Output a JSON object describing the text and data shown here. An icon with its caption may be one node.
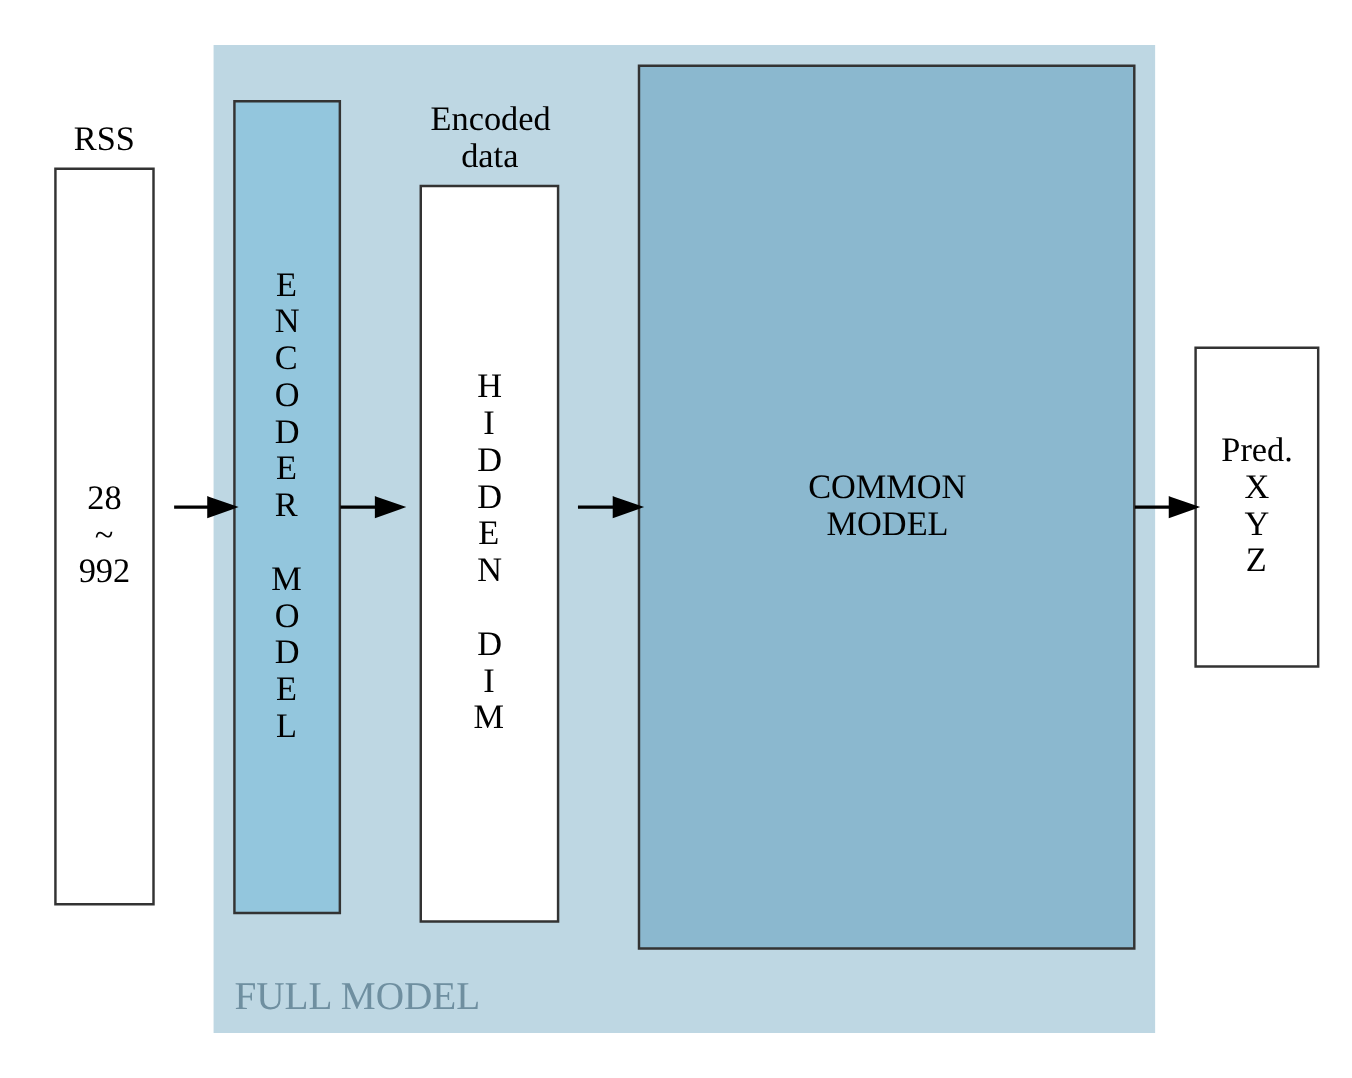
{
  "diagram": {
    "nodes": [
      {
        "text": [
          "FULL MODEL"
        ]
      },
      {
        "text": [
          "RSS",
          "28 ~ 992"
        ]
      },
      {
        "text": [
          "ENCODER MODEL"
        ],
        "in": 0
      },
      {
        "text": [
          "Encoded data",
          "HIDDEN DIM"
        ],
        "in": 0
      },
      {
        "text": [
          "COMMON MODEL"
        ],
        "in": 0
      },
      {
        "text": [
          "Pred. X Y Z"
        ]
      }
    ],
    "edges": [
      {
        "from": 1,
        "to": 2,
        "arrow": "to"
      },
      {
        "from": 2,
        "to": 3,
        "arrow": "to"
      },
      {
        "from": 3,
        "to": 4,
        "arrow": "to"
      },
      {
        "from": 4,
        "to": 5,
        "arrow": "to"
      }
    ]
  }
}
